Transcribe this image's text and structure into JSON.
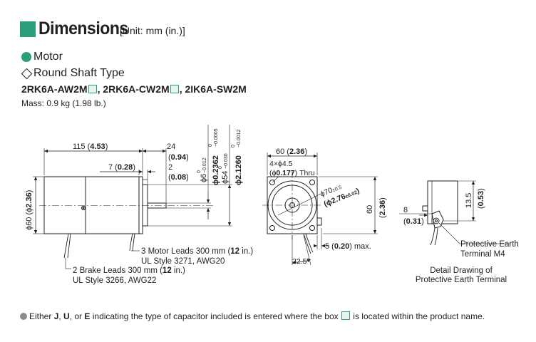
{
  "header": {
    "title": "Dimensions",
    "unit": "[Unit: mm (in.)]"
  },
  "section": {
    "title": "Motor",
    "shaft_type": "Round Shaft Type"
  },
  "models": {
    "m1": "2RK6A-AW2M",
    "m2": "2RK6A-CW2M",
    "m3": "2IK6A-SW2M",
    "sep": ", "
  },
  "mass": "Mass: 0.9 kg (1.98 lb.)",
  "side_view": {
    "len_115": "115 (",
    "len_115_in": "4.53",
    "len_24": "24",
    "len_24_in": "0.94",
    "len_7": "7 (",
    "len_7_in": "0.28",
    "len_2": "2",
    "len_2_in": "0.08",
    "dia60": "ϕ60 (ϕ",
    "dia60_in": "2.36",
    "shaft_dia": "ϕ6",
    "shaft_tol_top": "0",
    "shaft_tol_bot": "−0.012",
    "shaft_dia_in": "ϕ0.2362",
    "shaft_in_tol_top": "0",
    "shaft_in_tol_bot": "−0.0005",
    "pilot_dia": "ϕ54",
    "pilot_tol_top": "0",
    "pilot_tol_bot": "−0.030",
    "pilot_dia_in": "ϕ2.1260",
    "pilot_in_tol_top": "0",
    "pilot_in_tol_bot": "−0.0012",
    "motor_leads_1": "3 Motor Leads 300 mm (",
    "motor_leads_1_b": "12",
    "motor_leads_1_c": " in.)",
    "motor_leads_2": "UL Style 3271, AWG20",
    "brake_leads_1": "2 Brake Leads 300 mm (",
    "brake_leads_1_b": "12",
    "brake_leads_1_c": " in.)",
    "brake_leads_2": "UL Style 3266, AWG22"
  },
  "front_view": {
    "width": "60 (",
    "width_in": "2.36",
    "holes": "4×ϕ4.5",
    "holes_in_a": "(ϕ",
    "holes_in_b": "0.177",
    "holes_in_c": ") Thru",
    "pcd": "ϕ70",
    "pcd_tol": "±0.5",
    "pcd_in": "ϕ2.76",
    "pcd_in_tol": "±0.02",
    "height": "60",
    "height_in": "2.36",
    "depth": "5 (",
    "depth_in": "0.20",
    "depth_suffix": ") max.",
    "angle": "22.5°"
  },
  "detail": {
    "dim_8": "8",
    "dim_8_in": "0.31",
    "dim_13_5": "13.5",
    "dim_13_5_in": "0.53",
    "pe_1": "Protective Earth",
    "pe_2": "Terminal M4",
    "caption_1": "Detail Drawing of",
    "caption_2": "Protective Earth Terminal"
  },
  "footnote": {
    "p1": "Either ",
    "j": "J",
    "c1": ", ",
    "u": "U",
    "c2": ", or ",
    "e": "E",
    "p2": " indicating the type of capacitor included is entered where the box ",
    "p3": " is located within the product name."
  },
  "colors": {
    "accent": "#2a9d7c",
    "line": "#231f20",
    "note_dot": "#8c8c8c"
  }
}
